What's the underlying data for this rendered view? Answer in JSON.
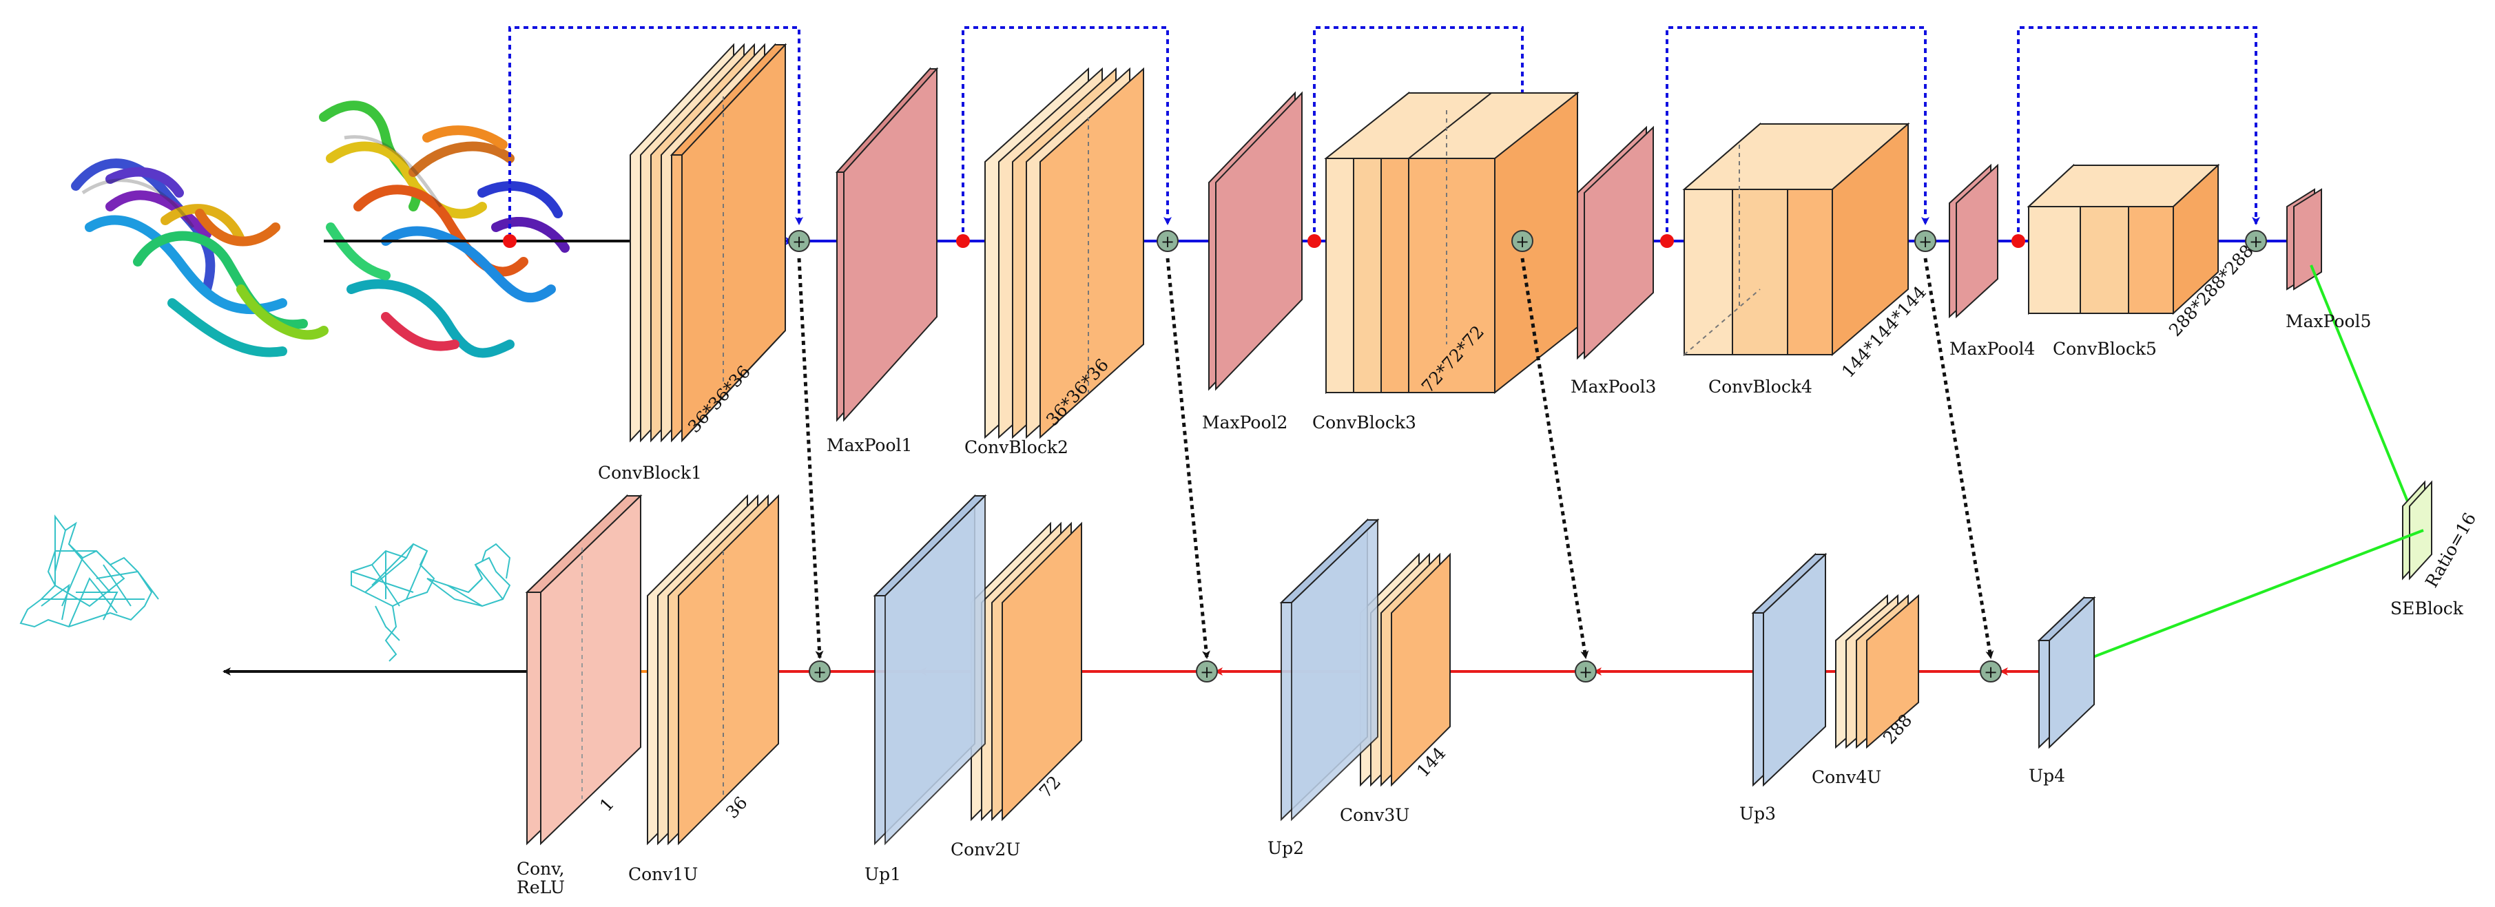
{
  "colors": {
    "conv_face": "#fbb878",
    "conv_side": "#f7a760",
    "conv_light": "#fde2bd",
    "pool_face": "#e49a9a",
    "up_face": "#bcd0e8",
    "final_face": "#f7c2b4",
    "se_face": "#e3f5c4",
    "encoder_arrow": "#1010e0",
    "decoder_arrow": "#e81b1b",
    "se_arrow": "#22ee22",
    "sum_node": "#8fb49a",
    "split_dot": "#ee1111",
    "mesh": "#35c2c8"
  },
  "encoder": {
    "conv_block1": {
      "label": "ConvBlock1",
      "dims": "36*36*36"
    },
    "max_pool1": {
      "label": "MaxPool1"
    },
    "conv_block2": {
      "label": "ConvBlock2",
      "dims": "36*36*36"
    },
    "max_pool2": {
      "label": "MaxPool2"
    },
    "conv_block3": {
      "label": "ConvBlock3",
      "dims": "72*72*72"
    },
    "max_pool3": {
      "label": "MaxPool3"
    },
    "conv_block4": {
      "label": "ConvBlock4",
      "dims": "144*144*144"
    },
    "max_pool4": {
      "label": "MaxPool4"
    },
    "conv_block5": {
      "label": "ConvBlock5",
      "dims": "288*288*288"
    },
    "max_pool5": {
      "label": "MaxPool5"
    }
  },
  "se_block": {
    "label": "SEBlock",
    "ratio": "Ratio=16"
  },
  "decoder": {
    "up4": {
      "label": "Up4"
    },
    "conv4u": {
      "label": "Conv4U",
      "dims": "288"
    },
    "up3": {
      "label": "Up3"
    },
    "conv3u": {
      "label": "Conv3U",
      "dims": "144"
    },
    "up2": {
      "label": "Up2"
    },
    "conv2u": {
      "label": "Conv2U",
      "dims": "72"
    },
    "up1": {
      "label": "Up1"
    },
    "conv1u": {
      "label": "Conv1U",
      "dims": "36"
    },
    "conv_relu": {
      "label_line1": "Conv,",
      "label_line2": "ReLU",
      "dims": "1"
    }
  },
  "sum_symbol": "+",
  "input_image": {
    "icon": "protein-ribbon-structure-icon"
  },
  "output_image": {
    "icon": "mesh-density-map-icon"
  }
}
